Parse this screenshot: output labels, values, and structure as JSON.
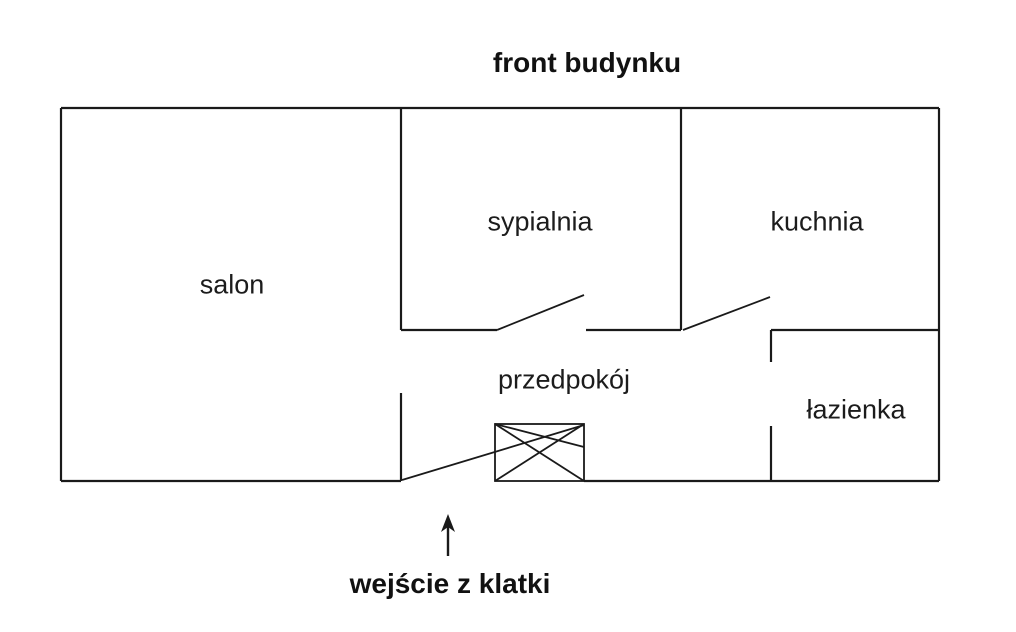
{
  "title": "front budynku",
  "entrance": {
    "label": "wejście z klatki",
    "arrow_icon": "up-arrow"
  },
  "rooms": {
    "salon": {
      "name": "salon"
    },
    "sypialnia": {
      "name": "sypialnia"
    },
    "kuchnia": {
      "name": "kuchnia"
    },
    "przedpokoj": {
      "name": "przedpokój"
    },
    "lazienka": {
      "name": "łazienka"
    }
  },
  "symbols": {
    "entrance_door_box": "crossed-box-shaft",
    "door_swings": [
      "sypialnia-door",
      "kuchnia-door",
      "entrance-door"
    ]
  },
  "colors": {
    "background": "#ffffff",
    "wall_line": "#1a1a1a",
    "text": "#1c1c1c"
  }
}
